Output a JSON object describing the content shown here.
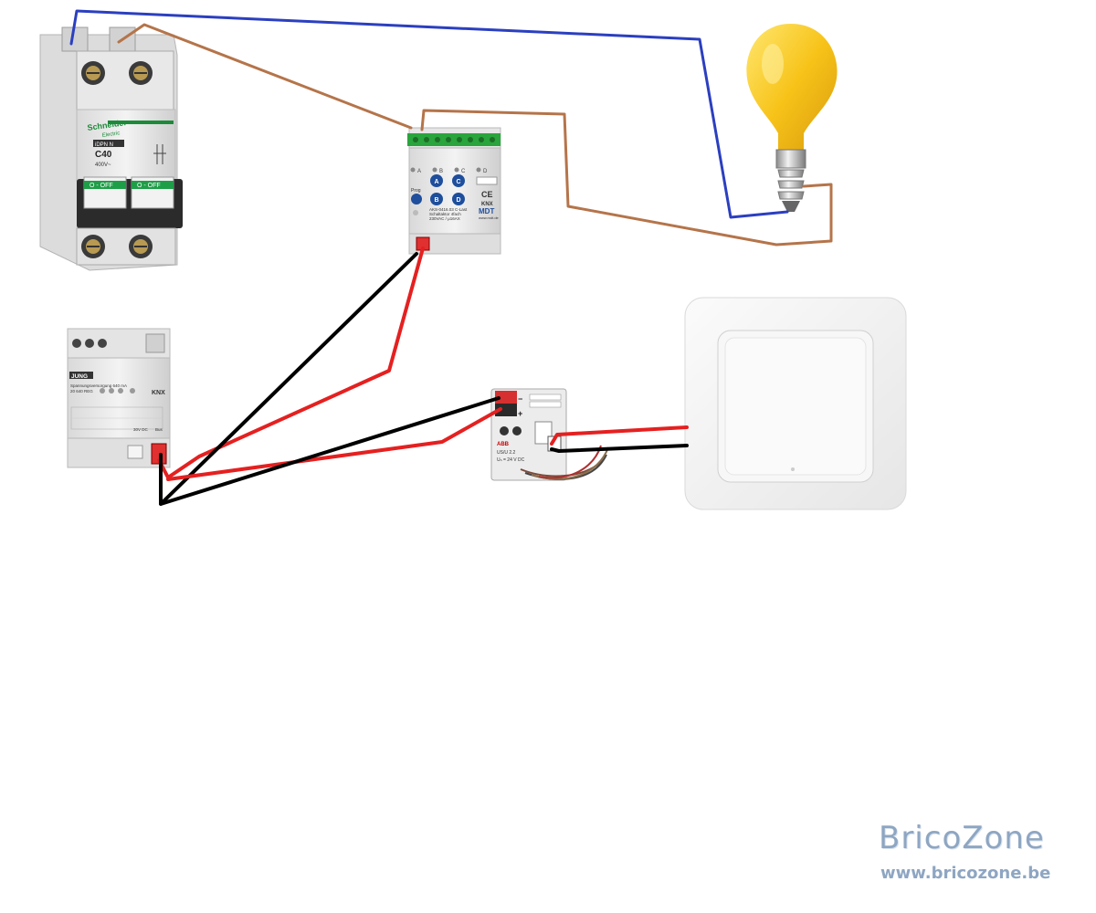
{
  "breaker": {
    "brand_line1": "Schneider",
    "brand_line2": "Electric",
    "series": "iDPN N",
    "rating": "C40",
    "voltage": "400V~",
    "off_left": "O - OFF",
    "off_right": "O - OFF"
  },
  "actuator": {
    "channels": [
      "A",
      "B",
      "C",
      "D"
    ],
    "buttons": [
      "A",
      "B",
      "C",
      "D"
    ],
    "prog_label": "Prog",
    "model": "AKS-0416.03 C-Last",
    "desc": "Schaltaktor 4fach",
    "rating": "230VAC / μ16AX",
    "ce": "CE",
    "knx": "KNX",
    "brand": "MDT",
    "url": "www.mdt.de"
  },
  "power_supply": {
    "brand": "JUNG",
    "title": "Spannungsversorgung 640 mA",
    "model": "20 640 REG",
    "knx": "KNX",
    "out_label": "30V DC",
    "bus_label": "Bus"
  },
  "bus_coupler": {
    "brand": "ABB",
    "model": "US/U 2.2",
    "rating": "Uₙ = 24 V DC"
  },
  "colors": {
    "neutral_wire": "#2b3fc0",
    "phase_wire": "#b5744a",
    "bus_positive": "#e52020",
    "bus_negative": "#000000",
    "lamp": "#f7c319"
  },
  "watermark": {
    "title": "BricoZone",
    "url": "www.bricozone.be"
  }
}
